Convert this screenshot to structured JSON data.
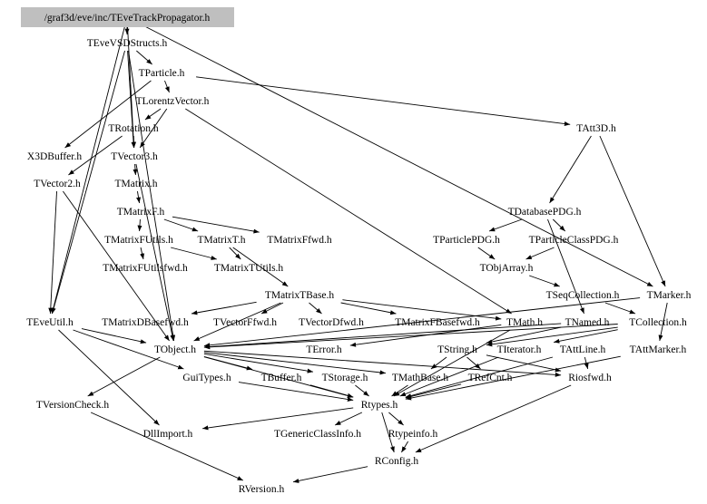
{
  "diagram": {
    "type": "include-dependency-graph",
    "root": "/graf3d/eve/inc/TEveTrackPropagator.h",
    "colors": {
      "root_fill": "#bfbfbf",
      "edge": "#000000",
      "text": "#000000"
    },
    "nodes": [
      {
        "id": "root",
        "label": "/graf3d/eve/inc/TEveTrackPropagator.h"
      },
      {
        "id": "TEveVSDStructs",
        "label": "TEveVSDStructs.h"
      },
      {
        "id": "TParticle",
        "label": "TParticle.h"
      },
      {
        "id": "TLorentzVector",
        "label": "TLorentzVector.h"
      },
      {
        "id": "TRotation",
        "label": "TRotation.h"
      },
      {
        "id": "X3DBuffer",
        "label": "X3DBuffer.h"
      },
      {
        "id": "TVector3",
        "label": "TVector3.h"
      },
      {
        "id": "TVector2",
        "label": "TVector2.h"
      },
      {
        "id": "TMatrix",
        "label": "TMatrix.h"
      },
      {
        "id": "TMatrixF",
        "label": "TMatrixF.h"
      },
      {
        "id": "TMatrixFUtils",
        "label": "TMatrixFUtils.h"
      },
      {
        "id": "TMatrixT",
        "label": "TMatrixT.h"
      },
      {
        "id": "TMatrixFfwd",
        "label": "TMatrixFfwd.h"
      },
      {
        "id": "TMatrixFUtilsfwd",
        "label": "TMatrixFUtilsfwd.h"
      },
      {
        "id": "TMatrixTUtils",
        "label": "TMatrixTUtils.h"
      },
      {
        "id": "TMatrixTBase",
        "label": "TMatrixTBase.h"
      },
      {
        "id": "TEveUtil",
        "label": "TEveUtil.h"
      },
      {
        "id": "TMatrixDBasefwd",
        "label": "TMatrixDBasefwd.h"
      },
      {
        "id": "TVectorFfwd",
        "label": "TVectorFfwd.h"
      },
      {
        "id": "TVectorDfwd",
        "label": "TVectorDfwd.h"
      },
      {
        "id": "TMatrixFBasefwd",
        "label": "TMatrixFBasefwd.h"
      },
      {
        "id": "TMath",
        "label": "TMath.h"
      },
      {
        "id": "TNamed",
        "label": "TNamed.h"
      },
      {
        "id": "TCollection",
        "label": "TCollection.h"
      },
      {
        "id": "TObject",
        "label": "TObject.h"
      },
      {
        "id": "TError",
        "label": "TError.h"
      },
      {
        "id": "TString",
        "label": "TString.h"
      },
      {
        "id": "TIterator",
        "label": "TIterator.h"
      },
      {
        "id": "TAttLine",
        "label": "TAttLine.h"
      },
      {
        "id": "TAttMarker",
        "label": "TAttMarker.h"
      },
      {
        "id": "GuiTypes",
        "label": "GuiTypes.h"
      },
      {
        "id": "TBuffer",
        "label": "TBuffer.h"
      },
      {
        "id": "TStorage",
        "label": "TStorage.h"
      },
      {
        "id": "TMathBase",
        "label": "TMathBase.h"
      },
      {
        "id": "TRefCnt",
        "label": "TRefCnt.h"
      },
      {
        "id": "Riosfwd",
        "label": "Riosfwd.h"
      },
      {
        "id": "TVersionCheck",
        "label": "TVersionCheck.h"
      },
      {
        "id": "Rtypes",
        "label": "Rtypes.h"
      },
      {
        "id": "DllImport",
        "label": "DllImport.h"
      },
      {
        "id": "TGenericClassInfo",
        "label": "TGenericClassInfo.h"
      },
      {
        "id": "Rtypeinfo",
        "label": "Rtypeinfo.h"
      },
      {
        "id": "RConfig",
        "label": "RConfig.h"
      },
      {
        "id": "RVersion",
        "label": "RVersion.h"
      },
      {
        "id": "TAtt3D",
        "label": "TAtt3D.h"
      },
      {
        "id": "TDatabasePDG",
        "label": "TDatabasePDG.h"
      },
      {
        "id": "TParticlePDG",
        "label": "TParticlePDG.h"
      },
      {
        "id": "TParticleClassPDG",
        "label": "TParticleClassPDG.h"
      },
      {
        "id": "TObjArray",
        "label": "TObjArray.h"
      },
      {
        "id": "TSeqCollection",
        "label": "TSeqCollection.h"
      },
      {
        "id": "TMarker",
        "label": "TMarker.h"
      }
    ],
    "edges": [
      [
        "root",
        "TEveVSDStructs"
      ],
      [
        "root",
        "TEveUtil"
      ],
      [
        "root",
        "TMarker"
      ],
      [
        "root",
        "TVector3"
      ],
      [
        "TEveVSDStructs",
        "TParticle"
      ],
      [
        "TEveVSDStructs",
        "TVector3"
      ],
      [
        "TEveVSDStructs",
        "TObject"
      ],
      [
        "TEveVSDStructs",
        "TEveUtil"
      ],
      [
        "TParticle",
        "TLorentzVector"
      ],
      [
        "TParticle",
        "X3DBuffer"
      ],
      [
        "TParticle",
        "TAtt3D"
      ],
      [
        "TLorentzVector",
        "TRotation"
      ],
      [
        "TLorentzVector",
        "TVector3"
      ],
      [
        "TLorentzVector",
        "TMath"
      ],
      [
        "TRotation",
        "TVector3"
      ],
      [
        "TRotation",
        "TVector2"
      ],
      [
        "TVector3",
        "TMatrix"
      ],
      [
        "TVector3",
        "TObject"
      ],
      [
        "TVector2",
        "TEveUtil"
      ],
      [
        "TVector2",
        "TObject"
      ],
      [
        "TMatrix",
        "TMatrixF"
      ],
      [
        "TMatrixF",
        "TMatrixFUtils"
      ],
      [
        "TMatrixF",
        "TMatrixT"
      ],
      [
        "TMatrixF",
        "TMatrixFfwd"
      ],
      [
        "TMatrixFUtils",
        "TMatrixFUtilsfwd"
      ],
      [
        "TMatrixFUtils",
        "TMatrixTUtils"
      ],
      [
        "TMatrixT",
        "TMatrixTUtils"
      ],
      [
        "TMatrixT",
        "TMatrixTBase"
      ],
      [
        "TMatrixTBase",
        "TMatrixDBasefwd"
      ],
      [
        "TMatrixTBase",
        "TVectorFfwd"
      ],
      [
        "TMatrixTBase",
        "TVectorDfwd"
      ],
      [
        "TMatrixTBase",
        "TMatrixFBasefwd"
      ],
      [
        "TMatrixTBase",
        "TMath"
      ],
      [
        "TMatrixTBase",
        "TObject"
      ],
      [
        "TAtt3D",
        "TDatabasePDG"
      ],
      [
        "TAtt3D",
        "TMarker"
      ],
      [
        "TDatabasePDG",
        "TParticlePDG"
      ],
      [
        "TDatabasePDG",
        "TParticleClassPDG"
      ],
      [
        "TDatabasePDG",
        "TNamed"
      ],
      [
        "TParticlePDG",
        "TObjArray"
      ],
      [
        "TParticleClassPDG",
        "TObjArray"
      ],
      [
        "TObjArray",
        "TSeqCollection"
      ],
      [
        "TSeqCollection",
        "TCollection"
      ],
      [
        "TCollection",
        "TObject"
      ],
      [
        "TCollection",
        "TIterator"
      ],
      [
        "TCollection",
        "TString"
      ],
      [
        "TMarker",
        "TAttMarker"
      ],
      [
        "TMarker",
        "TObject"
      ],
      [
        "TNamed",
        "TObject"
      ],
      [
        "TNamed",
        "TString"
      ],
      [
        "TMath",
        "TError"
      ],
      [
        "TMath",
        "Rtypes"
      ],
      [
        "TEveUtil",
        "TObject"
      ],
      [
        "TEveUtil",
        "GuiTypes"
      ],
      [
        "TEveUtil",
        "DllImport"
      ],
      [
        "TObject",
        "TBuffer"
      ],
      [
        "TObject",
        "TStorage"
      ],
      [
        "TObject",
        "TMathBase"
      ],
      [
        "TObject",
        "Riosfwd"
      ],
      [
        "TObject",
        "TVersionCheck"
      ],
      [
        "TObject",
        "Rtypes"
      ],
      [
        "TString",
        "TMathBase"
      ],
      [
        "TString",
        "TRefCnt"
      ],
      [
        "TString",
        "Riosfwd"
      ],
      [
        "TIterator",
        "Rtypes"
      ],
      [
        "TAttLine",
        "Rtypes"
      ],
      [
        "TAttMarker",
        "Rtypes"
      ],
      [
        "TAttLine",
        "Riosfwd"
      ],
      [
        "GuiTypes",
        "Rtypes"
      ],
      [
        "TBuffer",
        "Rtypes"
      ],
      [
        "TStorage",
        "Rtypes"
      ],
      [
        "TMathBase",
        "Rtypes"
      ],
      [
        "TRefCnt",
        "Rtypes"
      ],
      [
        "Riosfwd",
        "RConfig"
      ],
      [
        "TVersionCheck",
        "RVersion"
      ],
      [
        "Rtypes",
        "DllImport"
      ],
      [
        "Rtypes",
        "TGenericClassInfo"
      ],
      [
        "Rtypes",
        "Rtypeinfo"
      ],
      [
        "Rtypes",
        "RConfig"
      ],
      [
        "Rtypeinfo",
        "RConfig"
      ],
      [
        "RConfig",
        "RVersion"
      ]
    ]
  }
}
